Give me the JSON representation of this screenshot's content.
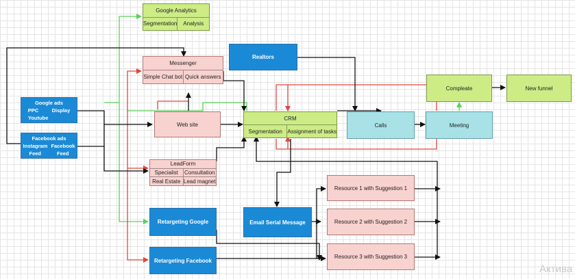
{
  "nodes": {
    "google_analytics": {
      "title": "Google Analytics",
      "cells": [
        "Segmentation",
        "Analysis"
      ]
    },
    "messenger": {
      "title": "Messenger",
      "cells": [
        "Simple Chat bot",
        "Quick answers"
      ]
    },
    "realtors": {
      "title": "Realtors"
    },
    "compleate": {
      "title": "Compleate"
    },
    "new_funnel": {
      "title": "New funnel"
    },
    "google_ads": {
      "title": "Google ads",
      "items": [
        "PPC",
        "Display",
        "Youtube"
      ]
    },
    "facebook_ads": {
      "title": "Facebook ads",
      "items": [
        "Instagram",
        "Facebook",
        "Feed",
        "Feed"
      ]
    },
    "web_site": {
      "title": "Web site"
    },
    "crm": {
      "title": "CRM",
      "cells": [
        "Segmentation",
        "Assignment of tasks"
      ]
    },
    "calls": {
      "title": "Calls"
    },
    "meeting": {
      "title": "Meeting"
    },
    "leadform": {
      "title": "LeadForm",
      "rows": [
        [
          "Specialist",
          "Consultation"
        ],
        [
          "Real Estate",
          "Lead magnet"
        ]
      ]
    },
    "retargeting_google": {
      "title": "Retargeting Google"
    },
    "retargeting_facebook": {
      "title": "Retargeting Facebook"
    },
    "email_serial": {
      "title": "Email Serial Message"
    },
    "resource_1": {
      "title": "Resource 1 with Suggestion 1"
    },
    "resource_2": {
      "title": "Resource 2 with Suggestion 2"
    },
    "resource_3": {
      "title": "Resource 3 with Suggestion 3"
    }
  },
  "colors": {
    "line_black": "#111111",
    "line_red": "#e0463c",
    "line_green": "#5ad15a"
  },
  "watermark": "Актива"
}
